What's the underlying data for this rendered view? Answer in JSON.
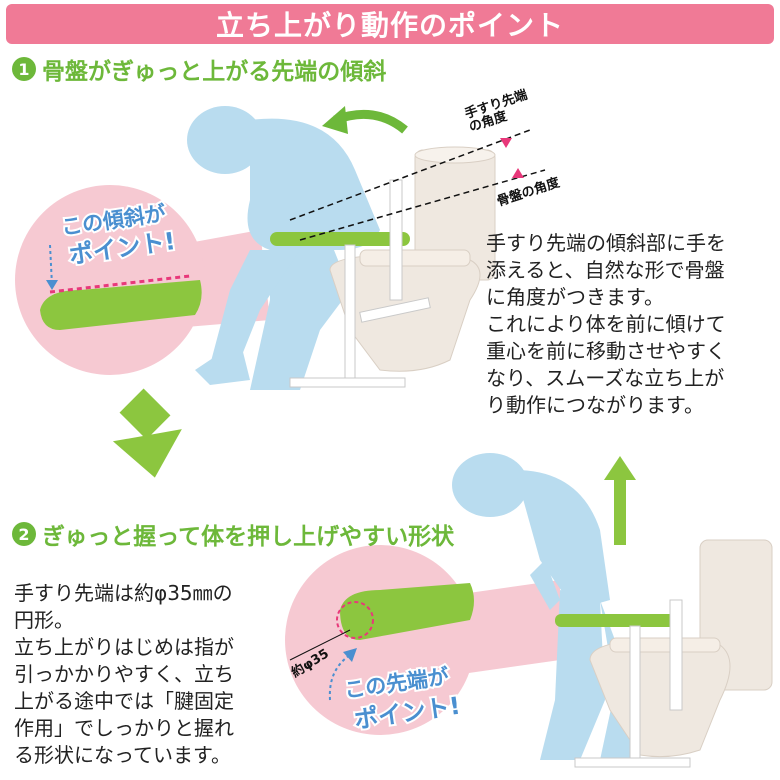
{
  "banner": {
    "title": "立ち上がり動作のポイント"
  },
  "section1": {
    "number": "1",
    "heading": "骨盤がぎゅっと上がる先端の傾斜",
    "callout_line1": "この傾斜が",
    "callout_line2": "ポイント!",
    "label_handrail": "手すり先端\nの角度",
    "label_pelvis": "骨盤の角度",
    "body": "手すり先端の傾斜部に手を\n添えると、自然な形で骨盤\nに角度がつきます。\nこれにより体を前に傾けて\n重心を前に移動させやすく\nなり、スムーズな立ち上が\nり動作につながります。"
  },
  "section2": {
    "number": "2",
    "heading": "ぎゅっと握って体を押し上げやすい形状",
    "diameter_label": "約φ35",
    "callout_line1": "この先端が",
    "callout_line2": "ポイント!",
    "body": "手すり先端は約φ35㎜の\n円形。\n立ち上がりはじめは指が\n引っかかりやすく、立ち\n上がる途中では「腱固定\n作用」でしっかりと握れ\nる形状になっています。"
  },
  "colors": {
    "banner": "#f07a96",
    "accent_green": "#6db83a",
    "figure_blue": "#b9dcef",
    "callout_pink": "#f6c9d2",
    "point_blue": "#4a8fd0",
    "marker_pink": "#e8387a"
  }
}
